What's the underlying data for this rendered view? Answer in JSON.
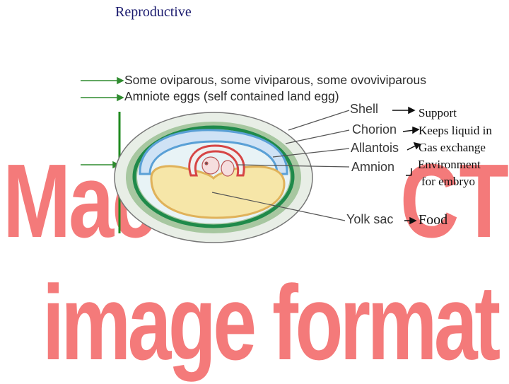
{
  "heading": "Reproductive",
  "bullets": [
    "Some oviparous, some viviparous, some ovoviviparous",
    "Amniote eggs (self contained land egg)"
  ],
  "egg_labels": {
    "shell": "Shell",
    "chorion": "Chorion",
    "allantois": "Allantois",
    "amnion": "Amnion",
    "yolk_sac": "Yolk sac"
  },
  "functions": {
    "shell": "Support",
    "chorion": "Keeps liquid in",
    "allantois": "Gas exchange",
    "amnion_line1": "Environment",
    "amnion_line2": "for embryo",
    "yolk_sac": "Food"
  },
  "watermark": {
    "line1_left": "Mac",
    "line1_right": "CT",
    "line2": "image format"
  },
  "colors": {
    "shell_outer": "#a7c7a0",
    "chorion": "#1f8a4a",
    "allantois": "#5aa0d6",
    "amnion": "#d64545",
    "yolk": "#f0d080",
    "watermark": "#f47a7a"
  }
}
